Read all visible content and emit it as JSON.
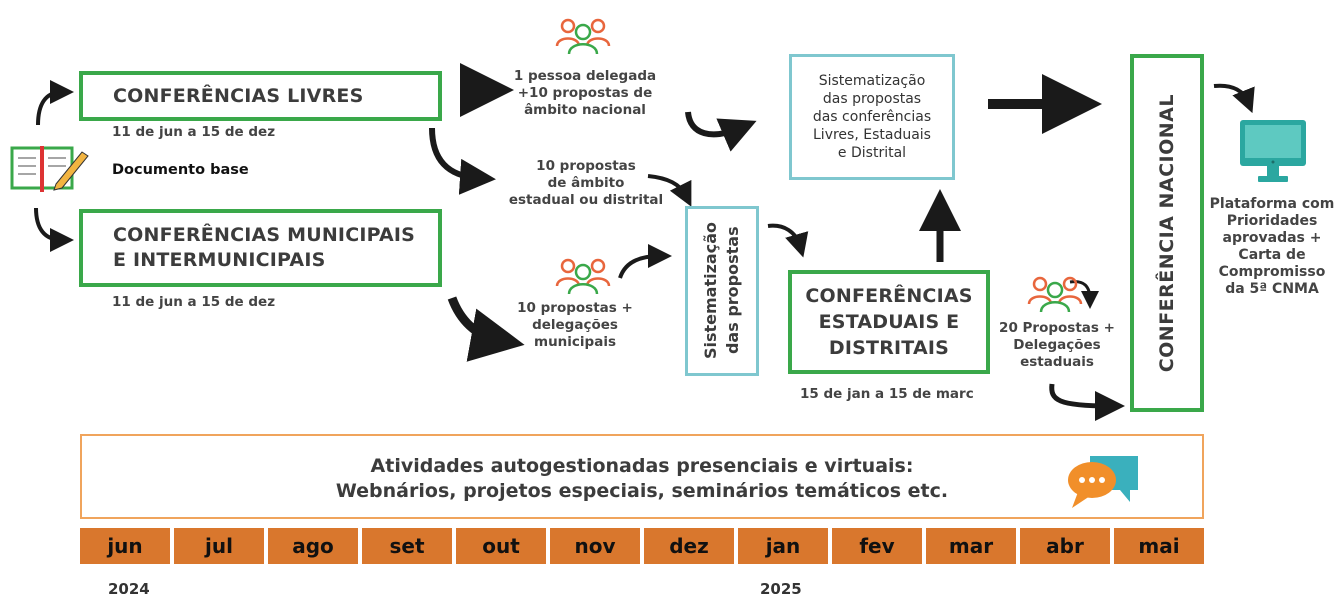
{
  "documento_base": "Documento base",
  "livres": {
    "title": "CONFERÊNCIAS LIVRES",
    "date": "11 de jun a 15 de dez"
  },
  "municipais": {
    "title_1": "CONFERÊNCIAS MUNICIPAIS",
    "title_2": "E INTERMUNICIPAIS",
    "date": "11 de jun a 15 de dez"
  },
  "labels": {
    "delegada_1": "1 pessoa delegada",
    "delegada_2": "+10 propostas de",
    "delegada_3": "âmbito nacional",
    "estadual_1": "10 propostas",
    "estadual_2": "de âmbito",
    "estadual_3": "estadual ou distrital",
    "municipais_1": "10 propostas +",
    "municipais_2": "delegações",
    "municipais_3": "municipais",
    "estaduais_1": "20 Propostas +",
    "estaduais_2": "Delegações",
    "estaduais_3": "estaduais"
  },
  "sistematizacao_vertical": {
    "line_1": "Sistematização",
    "line_2": "das propostas"
  },
  "sistematizacao_box": {
    "line_1": "Sistematização",
    "line_2": "das propostas",
    "line_3": "das conferências",
    "line_4": "Livres, Estaduais",
    "line_5": "e Distrital"
  },
  "estaduais": {
    "line_1": "CONFERÊNCIAS",
    "line_2": "ESTADUAIS E",
    "line_3": "DISTRITAIS",
    "date": "15 de jan a 15 de marc"
  },
  "nacional": {
    "title": "CONFERÊNCIA NACIONAL"
  },
  "plataforma": {
    "line_1": "Plataforma com",
    "line_2": "Prioridades",
    "line_3": "aprovadas +",
    "line_4": "Carta de",
    "line_5": "Compromisso",
    "line_6": "da 5ª CNMA"
  },
  "atividades": {
    "line_1": "Atividades autogestionadas presenciais e virtuais:",
    "line_2": "Webnários, projetos especiais, seminários temáticos etc."
  },
  "months": [
    "jun",
    "jul",
    "ago",
    "set",
    "out",
    "nov",
    "dez",
    "jan",
    "fev",
    "mar",
    "abr",
    "mai"
  ],
  "years": {
    "first": "2024",
    "second": "2025"
  },
  "icons": {
    "notebook": "notebook-pencil-icon",
    "people": "people-group-icon",
    "monitor": "desktop-monitor-icon",
    "chat": "chat-bubbles-icon"
  },
  "colors": {
    "green": "#3aa84a",
    "teal": "#7fc7cf",
    "orange": "#d9772d",
    "orange_border": "#f0a45c",
    "people_red": "#e8663d",
    "people_green": "#3aa84a"
  }
}
